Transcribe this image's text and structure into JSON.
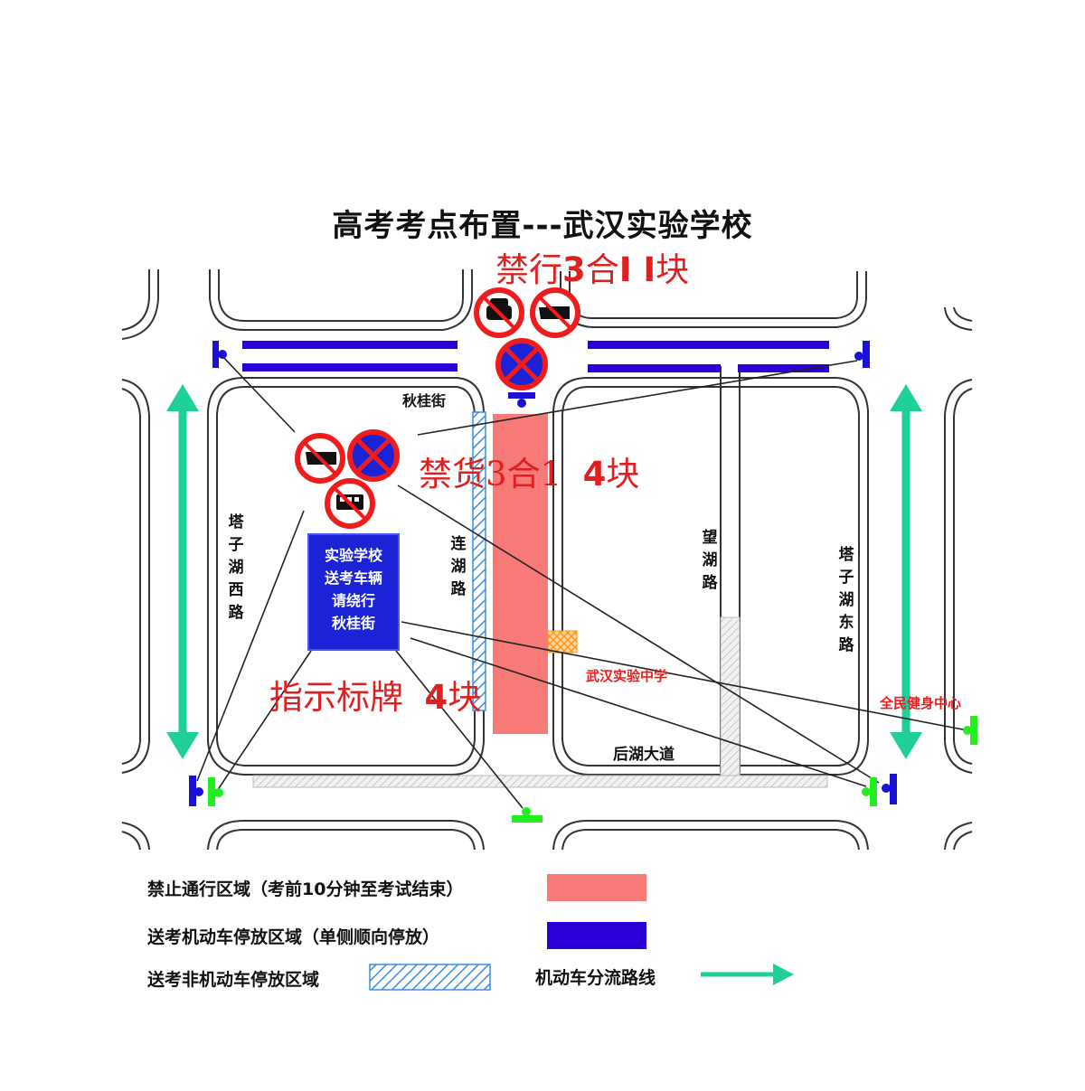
{
  "title": "高考考点布置---武汉实验学校",
  "sign_groups": {
    "top": {
      "label_prefix": "禁行",
      "label_bold": "3",
      "label_mid": "合",
      "label_count": "I I",
      "label_suffix": "块"
    },
    "middle": {
      "label_prefix": "禁货3合1",
      "label_count": "4",
      "label_suffix": "块"
    },
    "guide": {
      "label_prefix": "指示标牌",
      "label_count": "4",
      "label_suffix": "块"
    }
  },
  "guide_sign": {
    "lines": [
      "实验学校",
      "送考车辆",
      "请绕行",
      "秋桂街"
    ]
  },
  "roads": {
    "qiugui": "秋桂街",
    "tazihu_west": [
      "塔",
      "子",
      "湖",
      "西",
      "路"
    ],
    "lianhu": [
      "连",
      "湖",
      "路"
    ],
    "wanghu": [
      "望",
      "湖",
      "路"
    ],
    "tazihu_east": [
      "塔",
      "子",
      "湖",
      "东",
      "路"
    ],
    "houhu": "后湖大道"
  },
  "places": {
    "school": "武汉实验中学",
    "fitness": "全民健身中心"
  },
  "legend": {
    "items": [
      {
        "label": "禁止通行区域（考前10分钟至考试结束）",
        "swatch": "#f87a76"
      },
      {
        "label": "送考机动车停放区域（单侧顺向停放）",
        "swatch": "#2a00d6"
      },
      {
        "label": "送考非机动车停放区域",
        "swatch": "hatched-blue"
      },
      {
        "label": "机动车分流路线",
        "swatch": "#1fcf9a"
      }
    ]
  },
  "colors": {
    "no_entry": "#f87a76",
    "parking_blue": "#2a00d6",
    "divert_green": "#1fcf9a",
    "sign_red": "#ee1c1c",
    "sign_blue": "#1a23d6",
    "marker_green": "#22ee22"
  }
}
